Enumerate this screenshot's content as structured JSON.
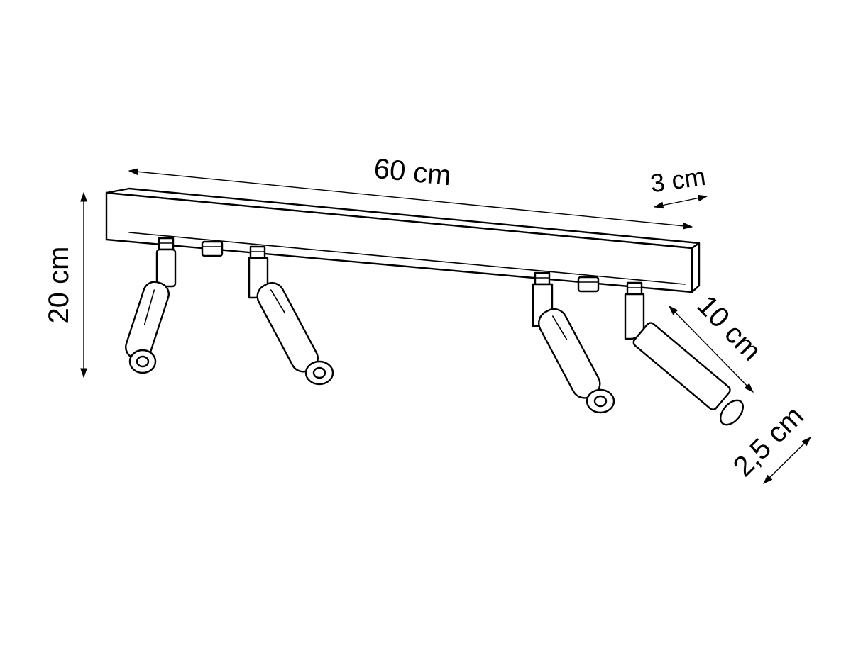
{
  "diagram": {
    "dimensions": {
      "length": "60 cm",
      "depth": "3 cm",
      "height": "20 cm",
      "spot_length": "10 cm",
      "spot_diameter": "2,5 cm"
    },
    "spot_count": 4
  }
}
